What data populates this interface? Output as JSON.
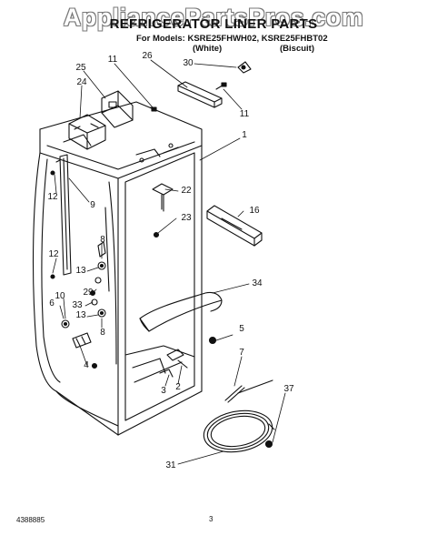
{
  "header": {
    "watermark": "AppliancePartsPros.com",
    "title": "REFRIGERATOR LINER PARTS",
    "models_line": "For Models: KSRE25FHWH02, KSRE25FHBT02",
    "variant_white": "(White)",
    "variant_biscuit": "(Biscuit)"
  },
  "callouts": {
    "c30": "30",
    "c26": "26",
    "c11a": "11",
    "c25": "25",
    "c24": "24",
    "c11b": "11",
    "c1": "1",
    "c12a": "12",
    "c9": "9",
    "c22": "22",
    "c23": "23",
    "c16": "16",
    "c8a": "8",
    "c12b": "12",
    "c13a": "13",
    "c34": "34",
    "c29": "29",
    "c10": "10",
    "c33": "33",
    "c6": "6",
    "c13b": "13",
    "c8b": "8",
    "c5": "5",
    "c4": "4",
    "c7": "7",
    "c3": "3",
    "c2": "2",
    "c37": "37",
    "c31": "31"
  },
  "footer": {
    "doc_number": "4388885",
    "page_number": "3"
  }
}
